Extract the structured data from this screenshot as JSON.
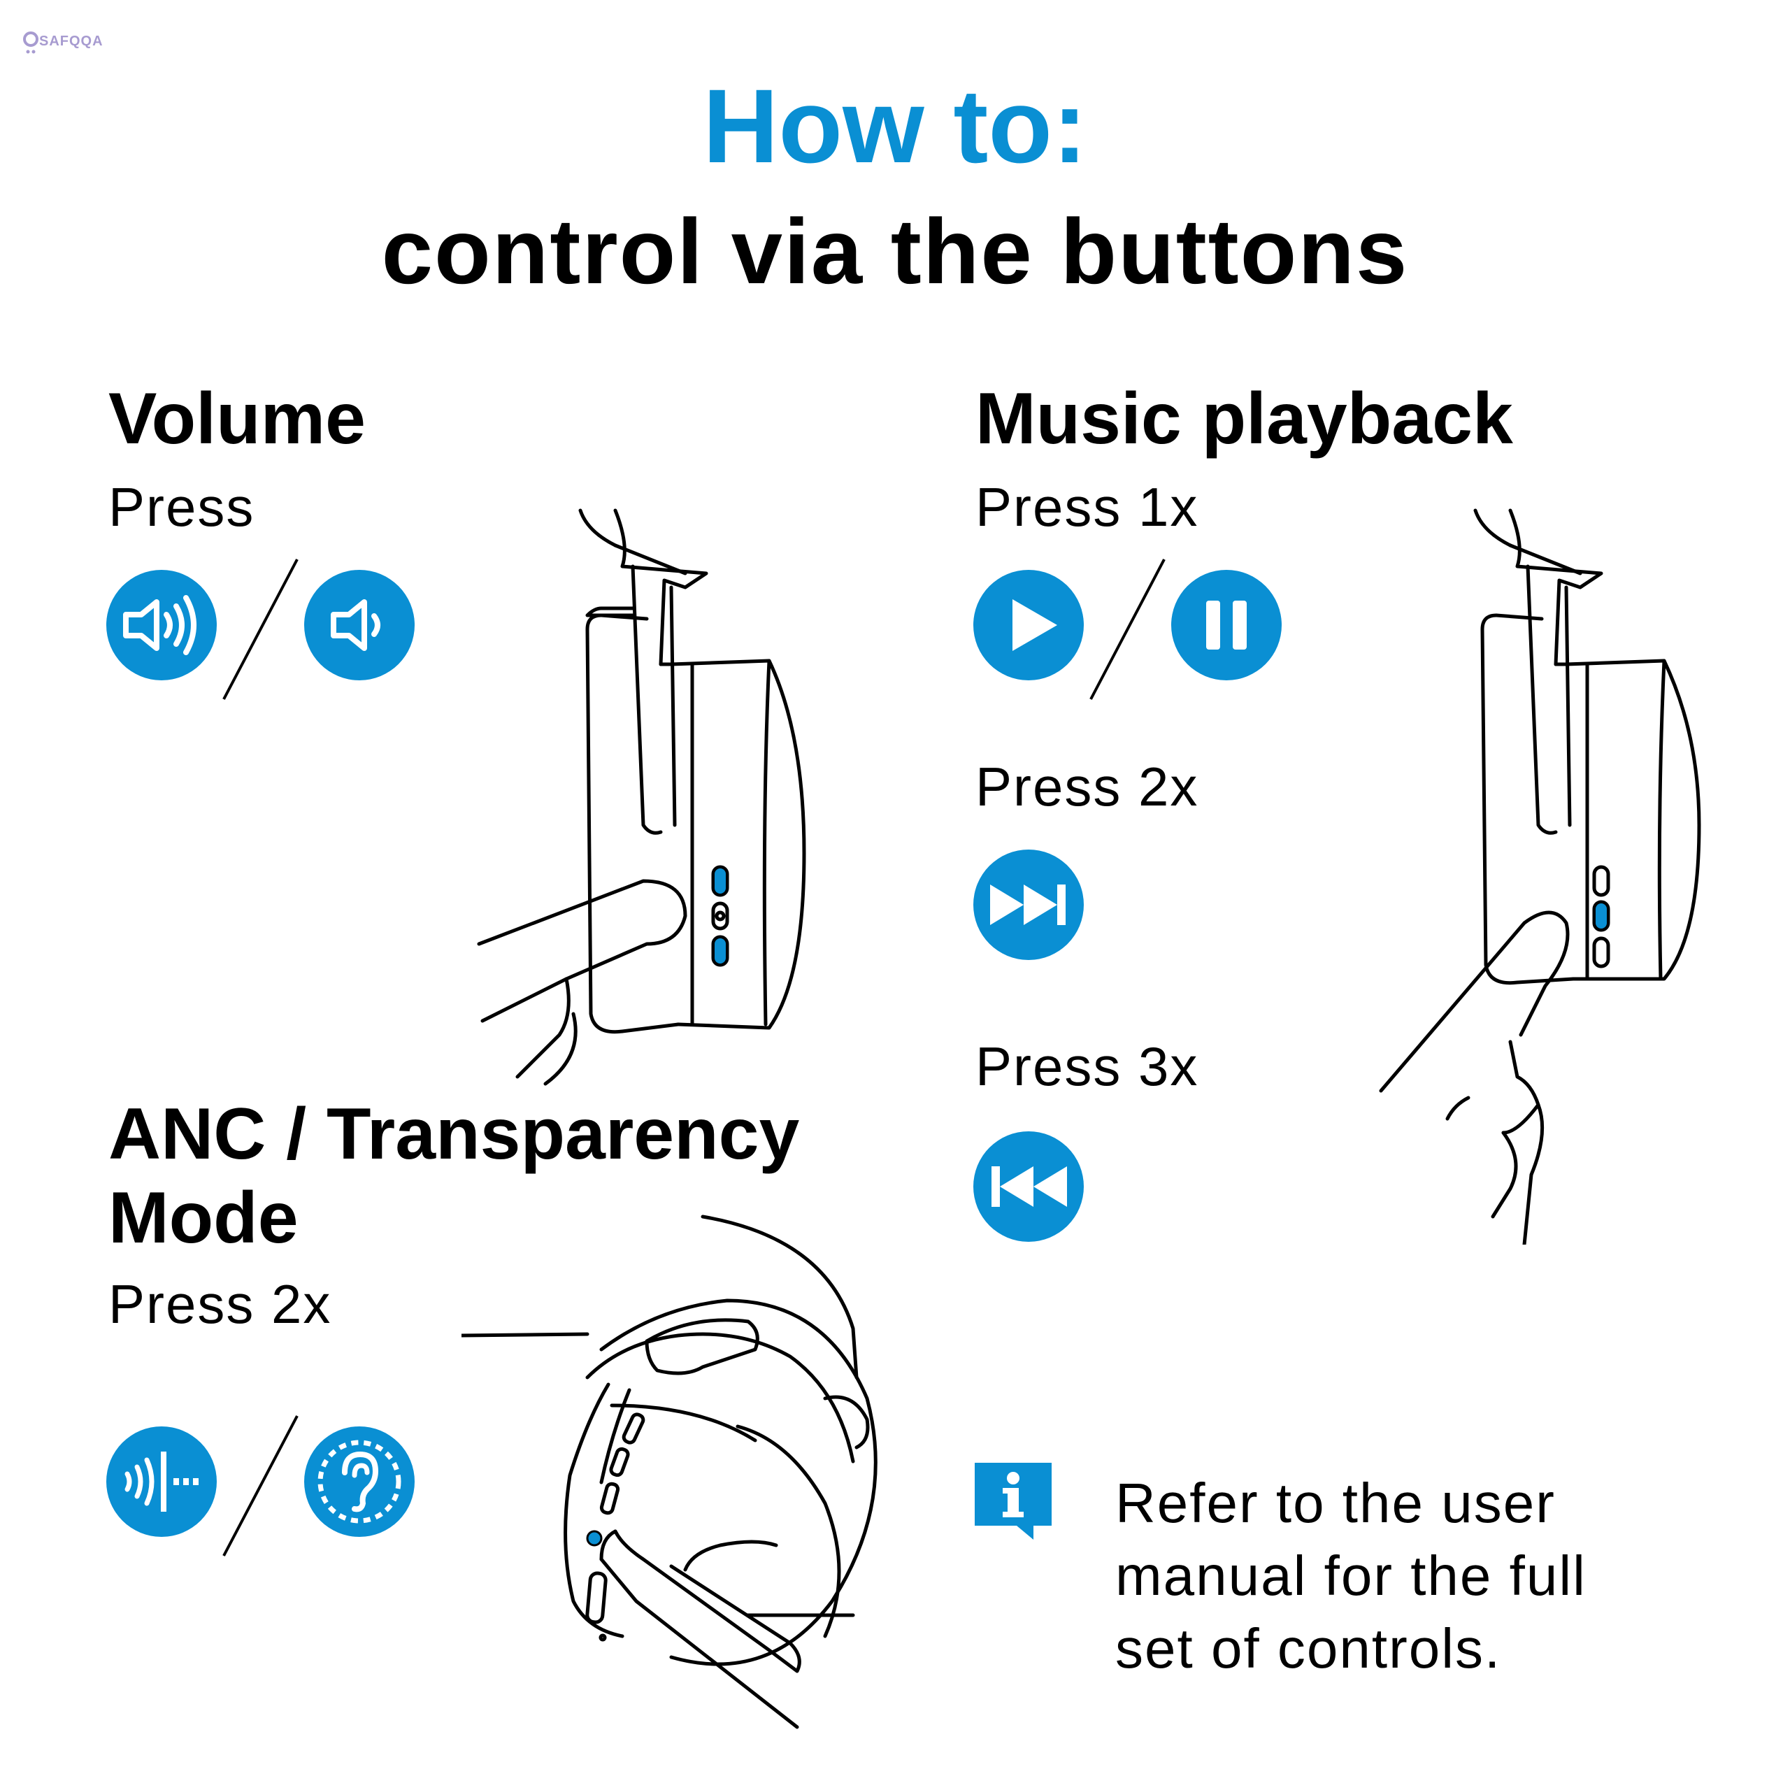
{
  "watermark": {
    "text": "SAFQQA"
  },
  "header": {
    "title_line1": "How to:",
    "title_line2": "control via the buttons"
  },
  "volume": {
    "heading": "Volume",
    "instruction": "Press",
    "icons": [
      "volume-up-icon",
      "volume-down-icon"
    ]
  },
  "music": {
    "heading": "Music playback",
    "steps": [
      {
        "instruction": "Press 1x",
        "icons": [
          "play-icon",
          "pause-icon"
        ]
      },
      {
        "instruction": "Press 2x",
        "icons": [
          "next-track-icon"
        ]
      },
      {
        "instruction": "Press 3x",
        "icons": [
          "previous-track-icon"
        ]
      }
    ]
  },
  "anc": {
    "heading_line1": "ANC / Transparency",
    "heading_line2": "Mode",
    "instruction": "Press 2x",
    "icons": [
      "anc-icon",
      "transparency-ear-icon"
    ]
  },
  "note": {
    "icon": "info-icon",
    "lines": [
      "Refer to the user",
      "manual for the full",
      "set of controls."
    ]
  },
  "colors": {
    "accent": "#0a8fd3",
    "text": "#000000",
    "background": "#ffffff"
  }
}
